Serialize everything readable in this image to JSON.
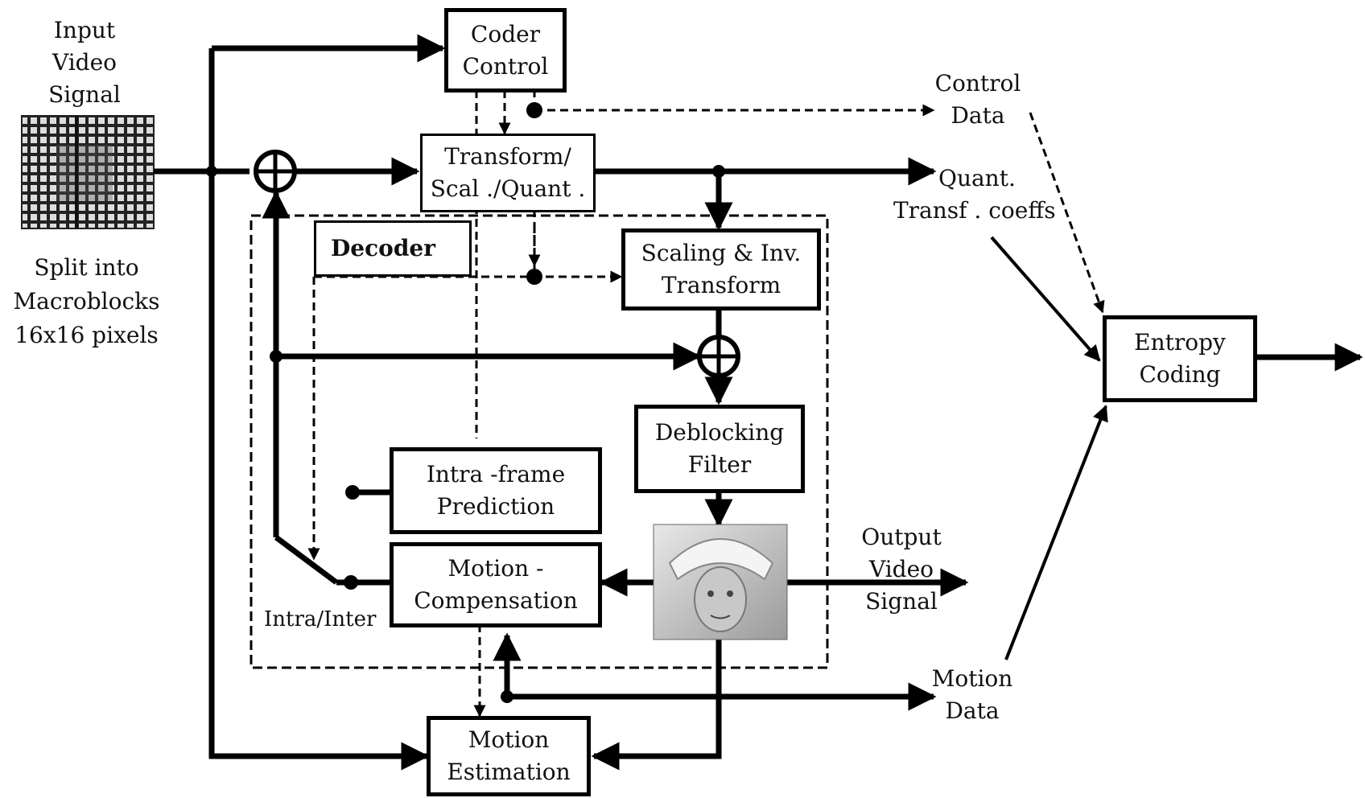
{
  "input": {
    "label_lines": [
      "Input",
      "Video",
      "Signal"
    ],
    "split_lines": [
      "Split into",
      "Macroblocks",
      "16x16  pixels"
    ]
  },
  "blocks": {
    "coder_control": [
      "Coder",
      "Control"
    ],
    "transform": [
      "Transform/",
      "Scal ./Quant ."
    ],
    "decoder": "Decoder",
    "scaling": [
      "Scaling & Inv.",
      "Transform"
    ],
    "deblocking": [
      "Deblocking",
      "Filter"
    ],
    "intra_pred": [
      "Intra -frame",
      "Prediction"
    ],
    "motion_comp": [
      "Motion -",
      "Compensation"
    ],
    "motion_est": [
      "Motion",
      "Estimation"
    ],
    "entropy": [
      "Entropy",
      "Coding"
    ]
  },
  "outputs": {
    "control_data": [
      "Control",
      "Data"
    ],
    "quant_coeffs": [
      "Quant.",
      "Transf . coeffs"
    ],
    "output_video": [
      "Output",
      "Video",
      "Signal"
    ],
    "motion_data": [
      "Motion",
      "Data"
    ]
  },
  "switch_label": "Intra/Inter"
}
